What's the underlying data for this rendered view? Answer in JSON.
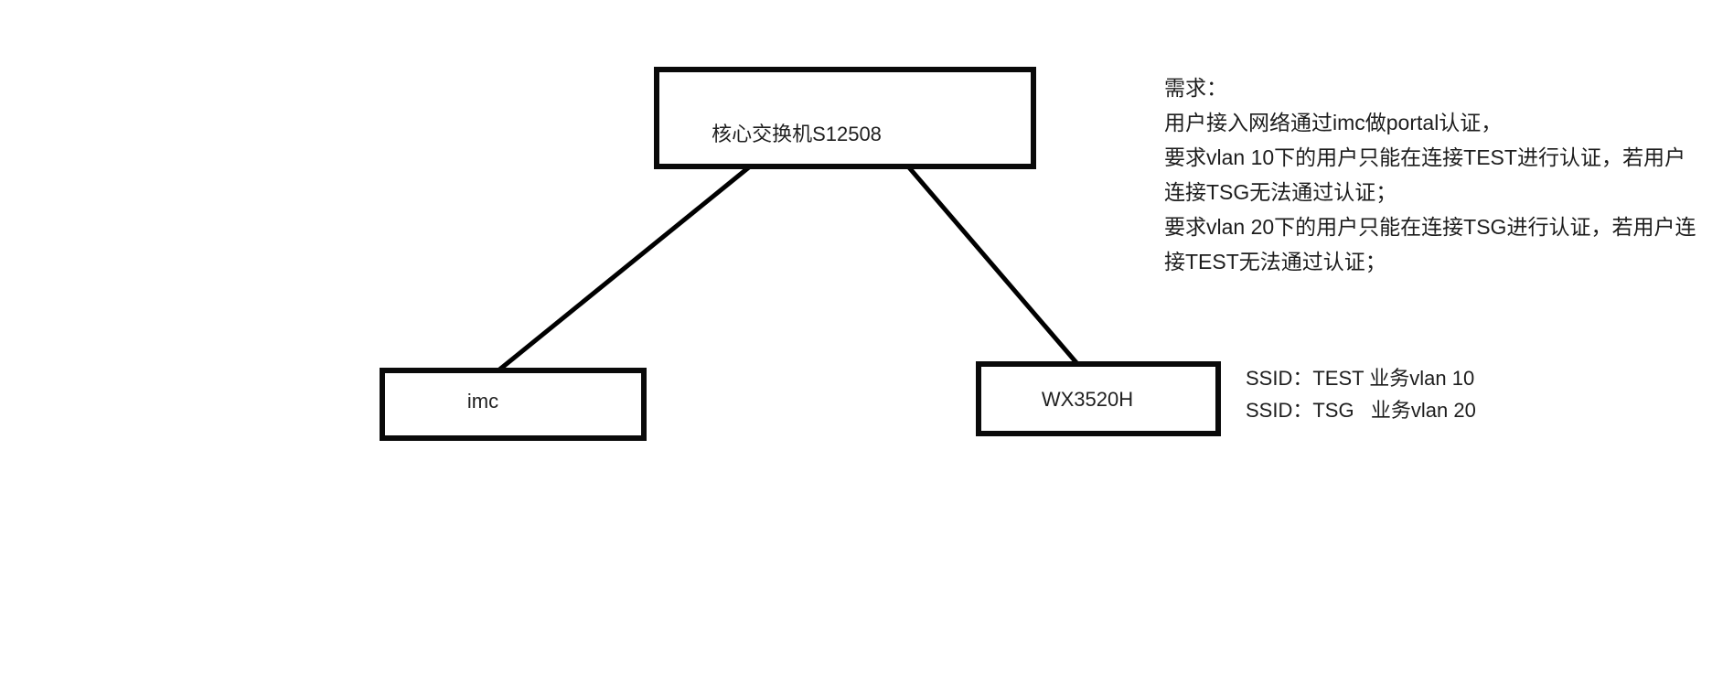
{
  "page": {
    "background_color": "#ffffff",
    "ink_color": "#1c1c1c",
    "connector_color": "#000000"
  },
  "diagram": {
    "nodes": {
      "core_switch": {
        "label": "核心交换机S12508"
      },
      "imc_server": {
        "label": "imc"
      },
      "wireless_controller": {
        "label": "WX3520H"
      }
    },
    "links": [
      {
        "from": "core_switch",
        "to": "imc_server"
      },
      {
        "from": "core_switch",
        "to": "wireless_controller"
      }
    ]
  },
  "requirements": {
    "lines": [
      "需求：",
      "用户接入网络通过imc做portal认证，",
      "要求vlan 10下的用户只能在连接TEST进行认证，若用户",
      "连接TSG无法通过认证；",
      "要求vlan 20下的用户只能在连接TSG进行认证，若用户连",
      "接TEST无法通过认证；"
    ]
  },
  "ssid_notes": {
    "lines": [
      "SSID：TEST 业务vlan 10",
      "SSID：TSG   业务vlan 20"
    ]
  }
}
